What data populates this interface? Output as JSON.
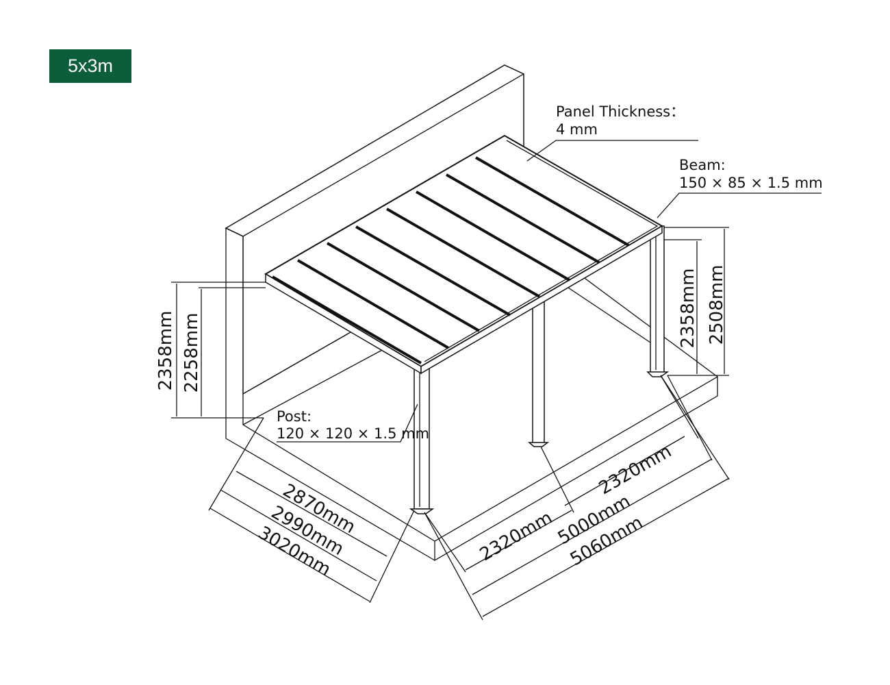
{
  "badge": {
    "label": "5x3m",
    "color": "#0b5e39"
  },
  "annotations": {
    "panel_thickness_title": "Panel Thickness：",
    "panel_thickness_value": "4 mm",
    "beam_title": "Beam:",
    "beam_value": "150 × 85 × 1.5 mm",
    "post_title": "Post:",
    "post_value": "120 × 120 × 1.5 mm"
  },
  "dimensions": {
    "left_height_outer": "2358mm",
    "left_height_inner": "2258mm",
    "right_height_inner": "2358mm",
    "right_height_outer": "2508mm",
    "depth_1": "2870mm",
    "depth_2": "2990mm",
    "depth_3": "3020mm",
    "span_left": "2320mm",
    "span_right": "2320mm",
    "width_1": "5000mm",
    "width_2": "5060mm"
  }
}
